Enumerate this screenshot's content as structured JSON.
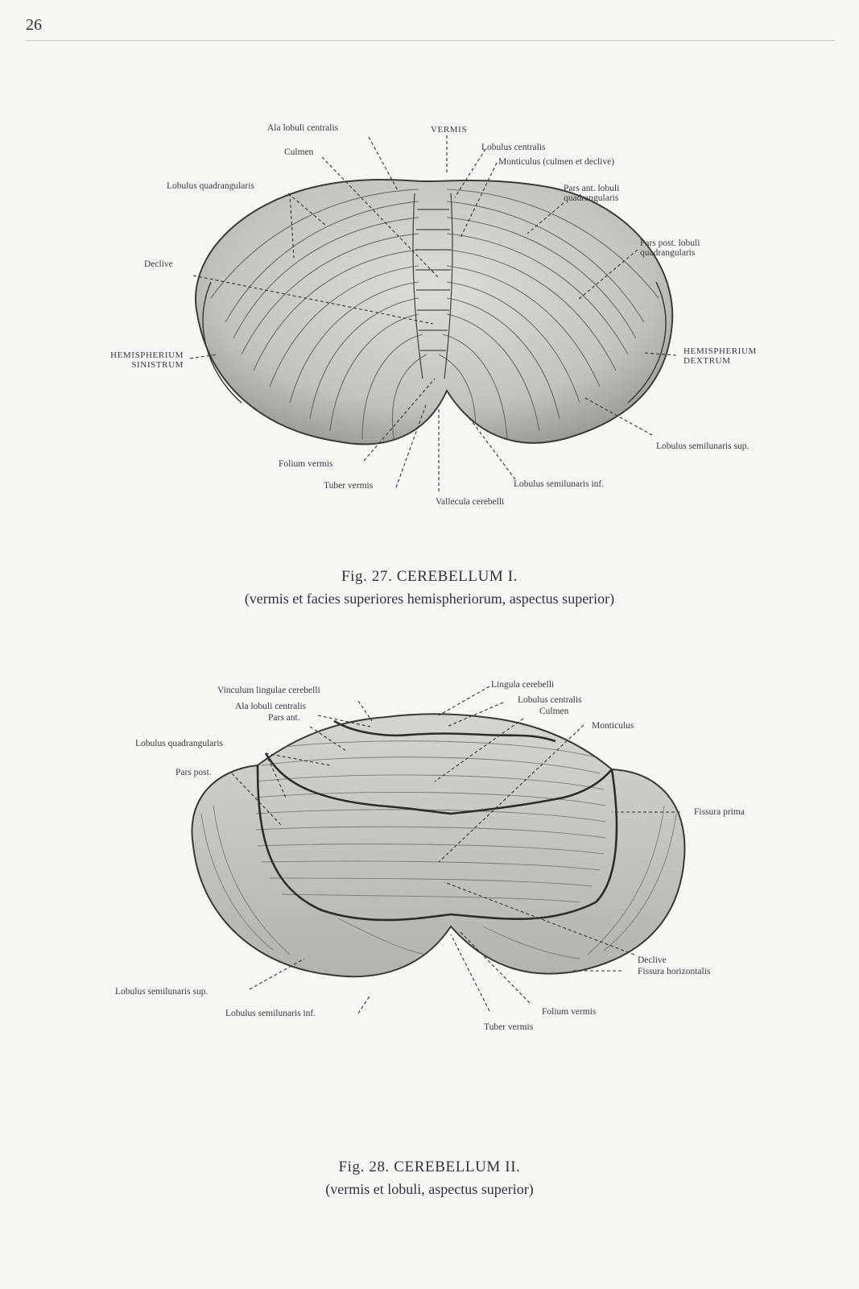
{
  "page": {
    "number": "26"
  },
  "fig27": {
    "labels": {
      "ala_lobuli_centralis": "Ala lobuli centralis",
      "vermis": "VERMIS",
      "culmen": "Culmen",
      "lobulus_centralis": "Lobulus centralis",
      "monticulus": "Monticulus (culmen et declive)",
      "lobulus_quadrangularis": "Lobulus quadrangularis",
      "pars_ant": "Pars ant. lobuli\nquadrangularis",
      "pars_post": "Pars post. lobuli\nquadrangularis",
      "declive": "Declive",
      "hemisph_sinistrum": "HEMISPHERIUM\nSINISTRUM",
      "hemisph_dextrum": "HEMISPHERIUM\nDEXTRUM",
      "lobulus_semilunaris_sup": "Lobulus semilunaris sup.",
      "folium_vermis": "Folium vermis",
      "tuber_vermis": "Tuber vermis",
      "lobulus_semilunaris_inf": "Lobulus semilunaris inf.",
      "vallecula": "Vallecula cerebelli"
    },
    "caption": {
      "title": "Fig. 27. CEREBELLUM I.",
      "subtitle": "(vermis et facies superiores hemispheriorum, aspectus superior)"
    }
  },
  "fig28": {
    "labels": {
      "vinculum": "Vinculum lingulae cerebelli",
      "ala_lobuli_centralis": "Ala lobuli centralis",
      "pars_ant": "Pars ant.",
      "lobulus_quadrangularis": "Lobulus quadrangularis",
      "pars_post": "Pars post.",
      "lingula": "Lingula cerebelli",
      "lobulus_centralis": "Lobulus centralis",
      "culmen": "Culmen",
      "monticulus": "Monticulus",
      "fissura_prima": "Fissura prima",
      "declive": "Declive",
      "fissura_horizontalis": "Fissura horizontalis",
      "lobulus_semilunaris_sup": "Lobulus semilunaris sup.",
      "lobulus_semilunaris_inf": "Lobulus semilunaris inf.",
      "folium_vermis": "Folium vermis",
      "tuber_vermis": "Tuber vermis"
    },
    "caption": {
      "title": "Fig. 28. CEREBELLUM II.",
      "subtitle": "(vermis et lobuli, aspectus superior)"
    }
  }
}
